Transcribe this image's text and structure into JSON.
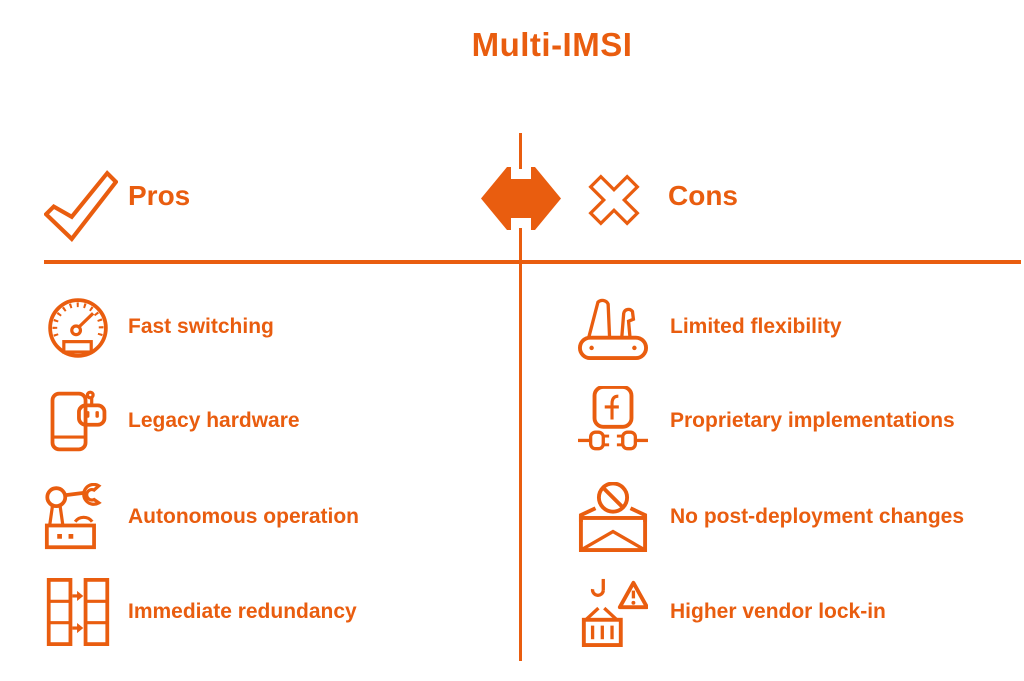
{
  "colors": {
    "accent": "#E95D0F",
    "background": "#FFFFFF"
  },
  "title": "Multi-IMSI",
  "comparison": {
    "divider_icon": "left-right-arrow-icon",
    "left": {
      "heading": "Pros",
      "heading_icon": "checkmark-icon",
      "items": [
        {
          "icon": "speedometer-icon",
          "label": "Fast switching"
        },
        {
          "icon": "mobile-robot-icon",
          "label": "Legacy hardware"
        },
        {
          "icon": "robot-arm-icon",
          "label": "Autonomous operation"
        },
        {
          "icon": "redundancy-columns-icon",
          "label": "Immediate redundancy"
        }
      ]
    },
    "right": {
      "heading": "Cons",
      "heading_icon": "cross-icon",
      "items": [
        {
          "icon": "swiss-army-knife-icon",
          "label": "Limited flexibility"
        },
        {
          "icon": "f-plug-icon",
          "label": "Proprietary implementations"
        },
        {
          "icon": "blocked-mail-icon",
          "label": "No post-deployment changes"
        },
        {
          "icon": "crane-warning-icon",
          "label": "Higher vendor lock-in"
        }
      ]
    }
  }
}
